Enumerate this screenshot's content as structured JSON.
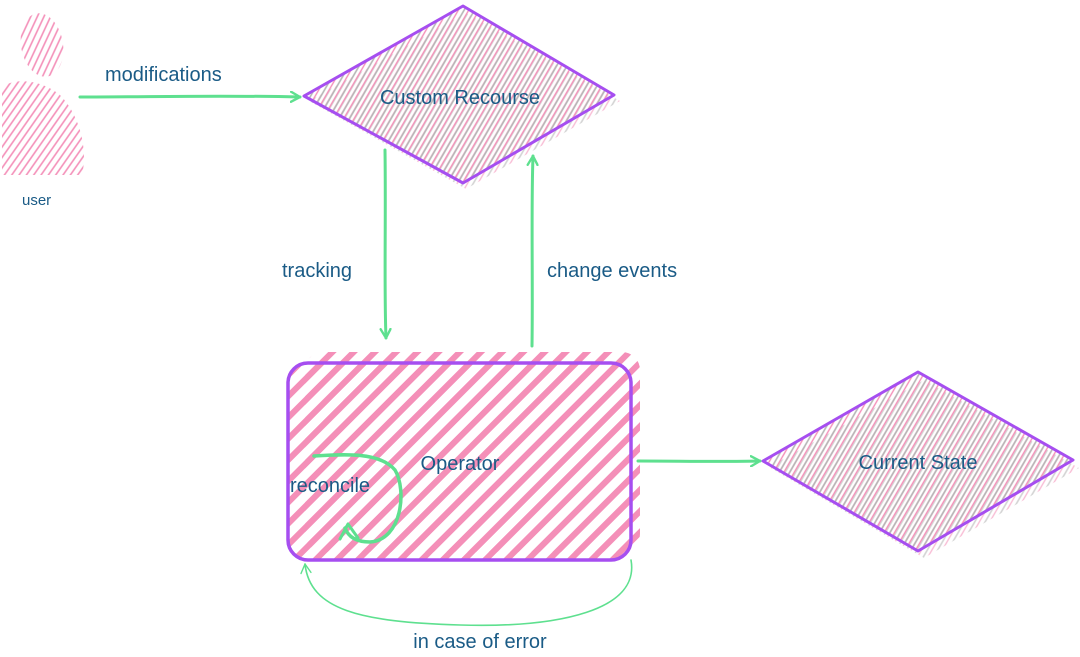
{
  "colors": {
    "text": "#1a5b86",
    "arrow": "#5ee08f",
    "outline": "#a64ef0",
    "hatch_pink": "#f48fb8",
    "hatch_gray": "#b5b5b5"
  },
  "nodes": {
    "user": {
      "label": "user",
      "icon": "user-icon"
    },
    "custom_resource": {
      "label": "Custom Recourse"
    },
    "operator": {
      "label": "Operator"
    },
    "current_state": {
      "label": "Current State"
    }
  },
  "edges": {
    "modifications": "modifications",
    "tracking": "tracking",
    "change_events": "change events",
    "reconcile": "reconcile",
    "in_case_of_error": "in case of error"
  }
}
